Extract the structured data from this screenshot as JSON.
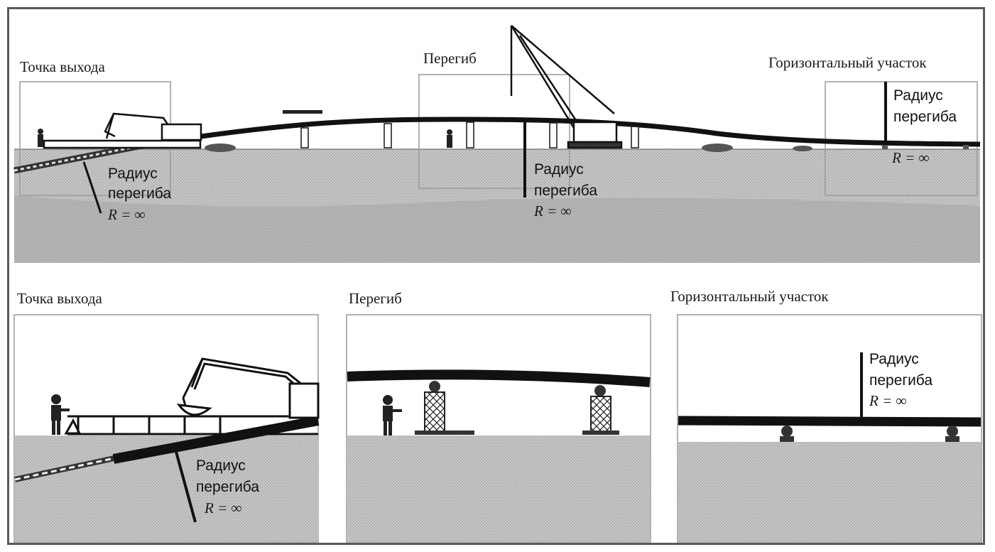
{
  "top": {
    "exit_label": "Точка выхода",
    "bend_label": "Перегиб",
    "horizontal_label": "Горизонтальный участок",
    "radius_word": "Радиус",
    "bend_word": "перегиба",
    "r_inf": "R = ∞"
  },
  "panels": {
    "exit": {
      "title": "Точка выхода",
      "radius_word": "Радиус",
      "bend_word": "перегиба",
      "r_inf": "R = ∞"
    },
    "bend": {
      "title": "Перегиб"
    },
    "horizontal": {
      "title": "Горизонтальный участок",
      "radius_word": "Радиус",
      "bend_word": "перегиба",
      "r_inf": "R = ∞"
    }
  },
  "colors": {
    "ground": "#bdbdbd",
    "ground_dark": "#a8a8a8",
    "pipe": "#111111",
    "zone_box": "#9a9a9a",
    "frame": "#5a5a5a"
  }
}
